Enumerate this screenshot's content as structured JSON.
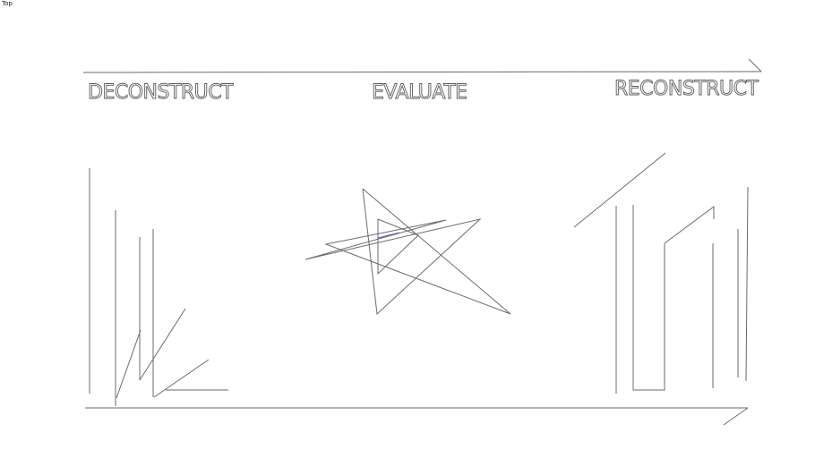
{
  "view": {
    "label": "Top"
  },
  "headings": {
    "deconstruct": "DECONSTRUCT",
    "evaluate": "EVALUATE",
    "reconstruct": "RECONSTRUCT"
  }
}
